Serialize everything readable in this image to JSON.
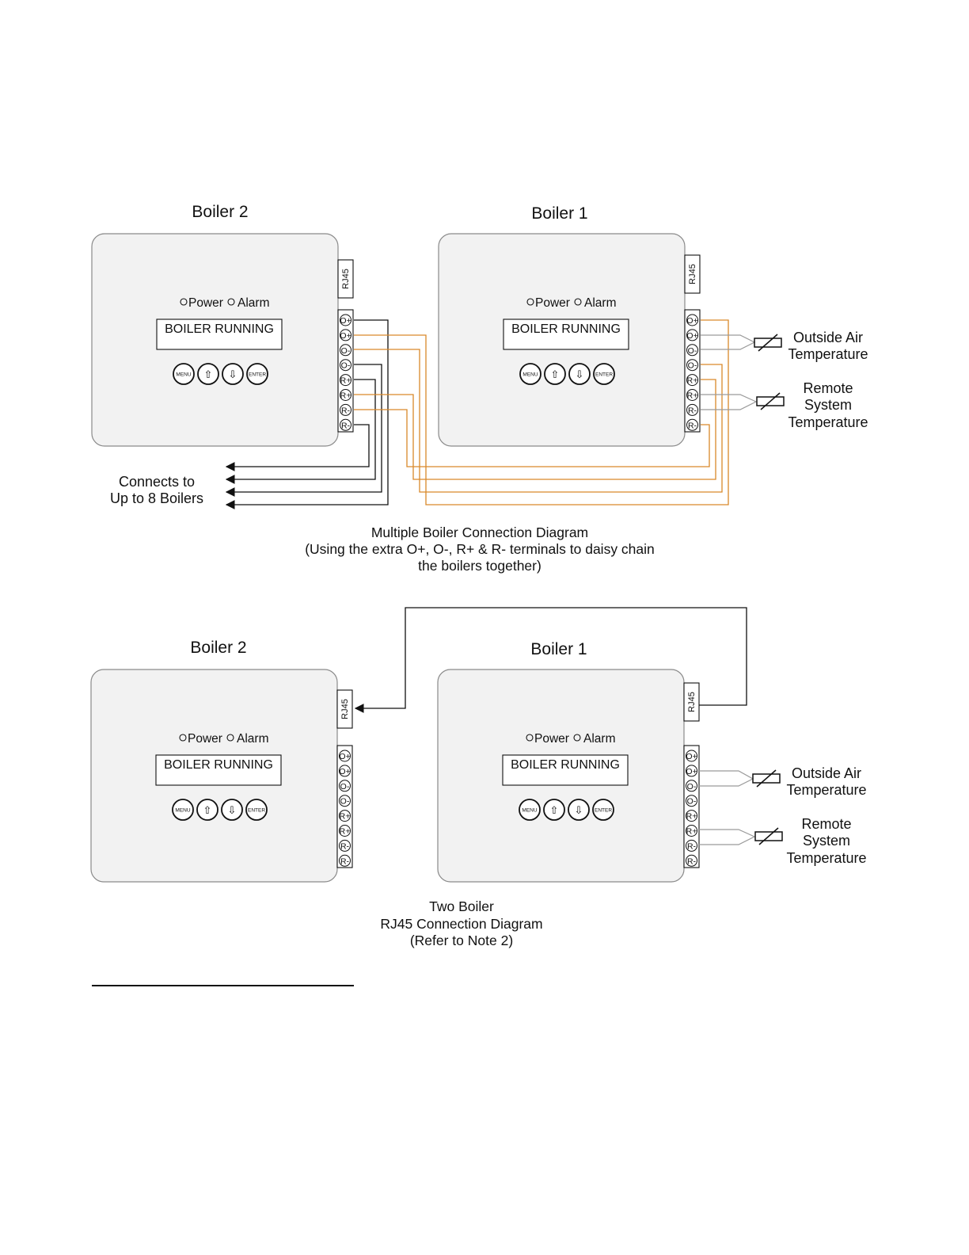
{
  "colors": {
    "wire_black": "#111111",
    "wire_orange": "#d9892a",
    "wire_gray": "#9a9a9a",
    "panel_fill": "#f2f2f2",
    "panel_stroke": "#8a8a8a"
  },
  "boiler_panel": {
    "power_label": "Power",
    "alarm_label": "Alarm",
    "display_text": "BOILER RUNNING",
    "rj45_label": "RJ45",
    "buttons": [
      "MENU",
      "⇧",
      "⇩",
      "ENTER"
    ],
    "terminals": [
      "O+",
      "O+",
      "O-",
      "O-",
      "R+",
      "R+",
      "R-",
      "R-"
    ]
  },
  "diagram1": {
    "boiler2_title": "Boiler 2",
    "boiler1_title": "Boiler 1",
    "sensor_outside": [
      "Outside Air",
      "Temperature"
    ],
    "sensor_remote": [
      "Remote",
      "System",
      "Temperature"
    ],
    "connects_note": [
      "Connects to",
      "Up to 8 Boilers"
    ],
    "caption": [
      "Multiple Boiler Connection Diagram",
      "(Using the extra O+, O-, R+ & R- terminals to daisy chain",
      "the boilers together)"
    ]
  },
  "diagram2": {
    "boiler2_title": "Boiler 2",
    "boiler1_title": "Boiler 1",
    "sensor_outside": [
      "Outside Air",
      "Temperature"
    ],
    "sensor_remote": [
      "Remote",
      "System",
      "Temperature"
    ],
    "caption": [
      "Two Boiler",
      "RJ45 Connection Diagram",
      "(Refer to Note 2)"
    ]
  }
}
